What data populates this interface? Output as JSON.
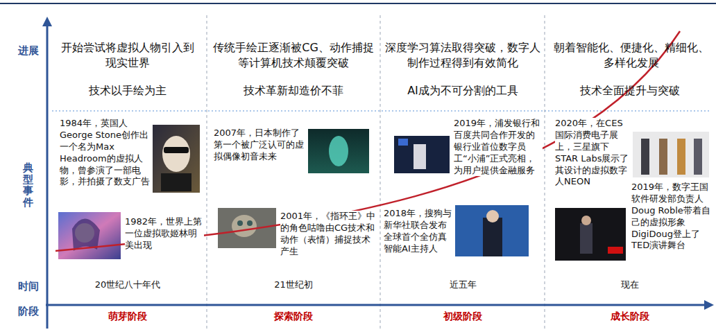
{
  "diagram": {
    "nodes": [
      {
        "text": [
          "开始尝试将虚拟人物引入到现实世界",
          "技术以手绘为主",
          "1984年，英国人George Stone创作出一个名为Max Headroom的虚拟人物，曾参演了一部电影，并拍摄了数支广告",
          "1982年，世界上第一位虚拟歌姬林明美出现",
          "20世纪八十年代",
          "萌芽阶段"
        ]
      },
      {
        "text": [
          "传统手绘正逐渐被CG、动作捕捉等计算机技术颠覆突破",
          "技术革新却造价不菲",
          "2007年，日本制作了第一个被广泛认可的虚拟偶像初音未来",
          "2001年，《指环王》中的角色咕噜由CG技术和动作（表情）捕捉技术产生",
          "21世纪初",
          "探索阶段"
        ]
      },
      {
        "text": [
          "深度学习算法取得突破，数字人制作过程得到有效简化",
          "AI成为不可分割的工具",
          "2019年，浦发银行和百度共同合作开发的银行业首位数字员工“小浦”正式亮相，为用户提供金融服务",
          "2018年，搜狗与新华社联合发布全球首个全仿真智能AI主持人",
          "近五年",
          "初级阶段"
        ]
      },
      {
        "text": [
          "朝着智能化、便捷化、精细化、多样化发展",
          "技术全面提升与突破",
          "2020年，在CES国际消费电子展上，三星旗下STAR Labs展示了其设计的虚拟数字人NEON",
          "2019年，数字王国软件研发部负责人Doug Roble带着自己的虚拟形象DigiDoug登上了TED演讲舞台",
          "现在",
          "成长阶段"
        ]
      }
    ],
    "labels": [
      "进展",
      "典型事件",
      "时间",
      "阶段"
    ]
  }
}
